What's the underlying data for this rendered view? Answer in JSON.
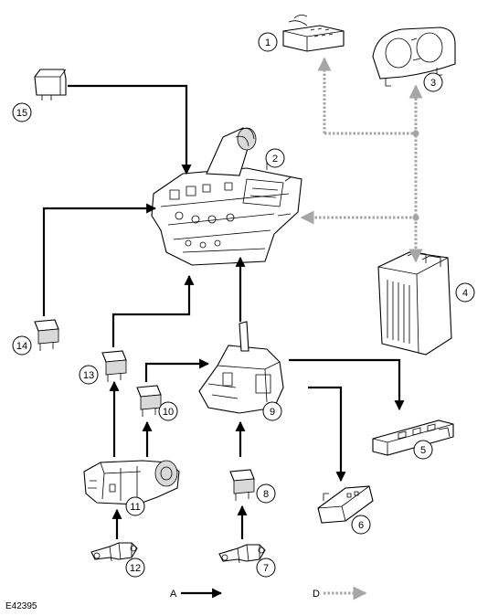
{
  "figure_id": "E42395",
  "legend": {
    "a_label": "A",
    "d_label": "D"
  },
  "callouts": [
    "1",
    "2",
    "3",
    "4",
    "5",
    "6",
    "7",
    "8",
    "9",
    "10",
    "11",
    "12",
    "13",
    "14",
    "15"
  ],
  "colors": {
    "line_a": "#000000",
    "line_d": "#a6a6a6"
  }
}
